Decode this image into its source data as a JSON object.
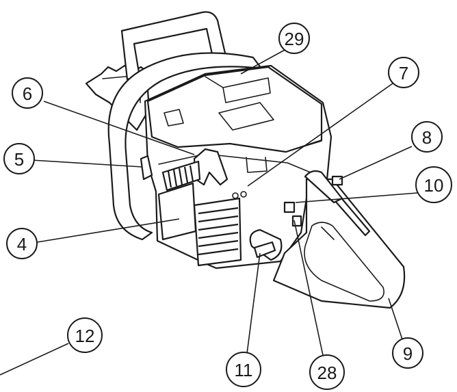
{
  "callouts": [
    {
      "id": "callout-29",
      "label": "29"
    },
    {
      "id": "callout-7",
      "label": "7"
    },
    {
      "id": "callout-6",
      "label": "6"
    },
    {
      "id": "callout-8",
      "label": "8"
    },
    {
      "id": "callout-5",
      "label": "5"
    },
    {
      "id": "callout-10",
      "label": "10"
    },
    {
      "id": "callout-4",
      "label": "4"
    },
    {
      "id": "callout-12",
      "label": "12"
    },
    {
      "id": "callout-11",
      "label": "11"
    },
    {
      "id": "callout-28",
      "label": "28"
    },
    {
      "id": "callout-9",
      "label": "9"
    }
  ],
  "colors": {
    "ink": "#1a1a1a",
    "paper": "#ffffff"
  }
}
